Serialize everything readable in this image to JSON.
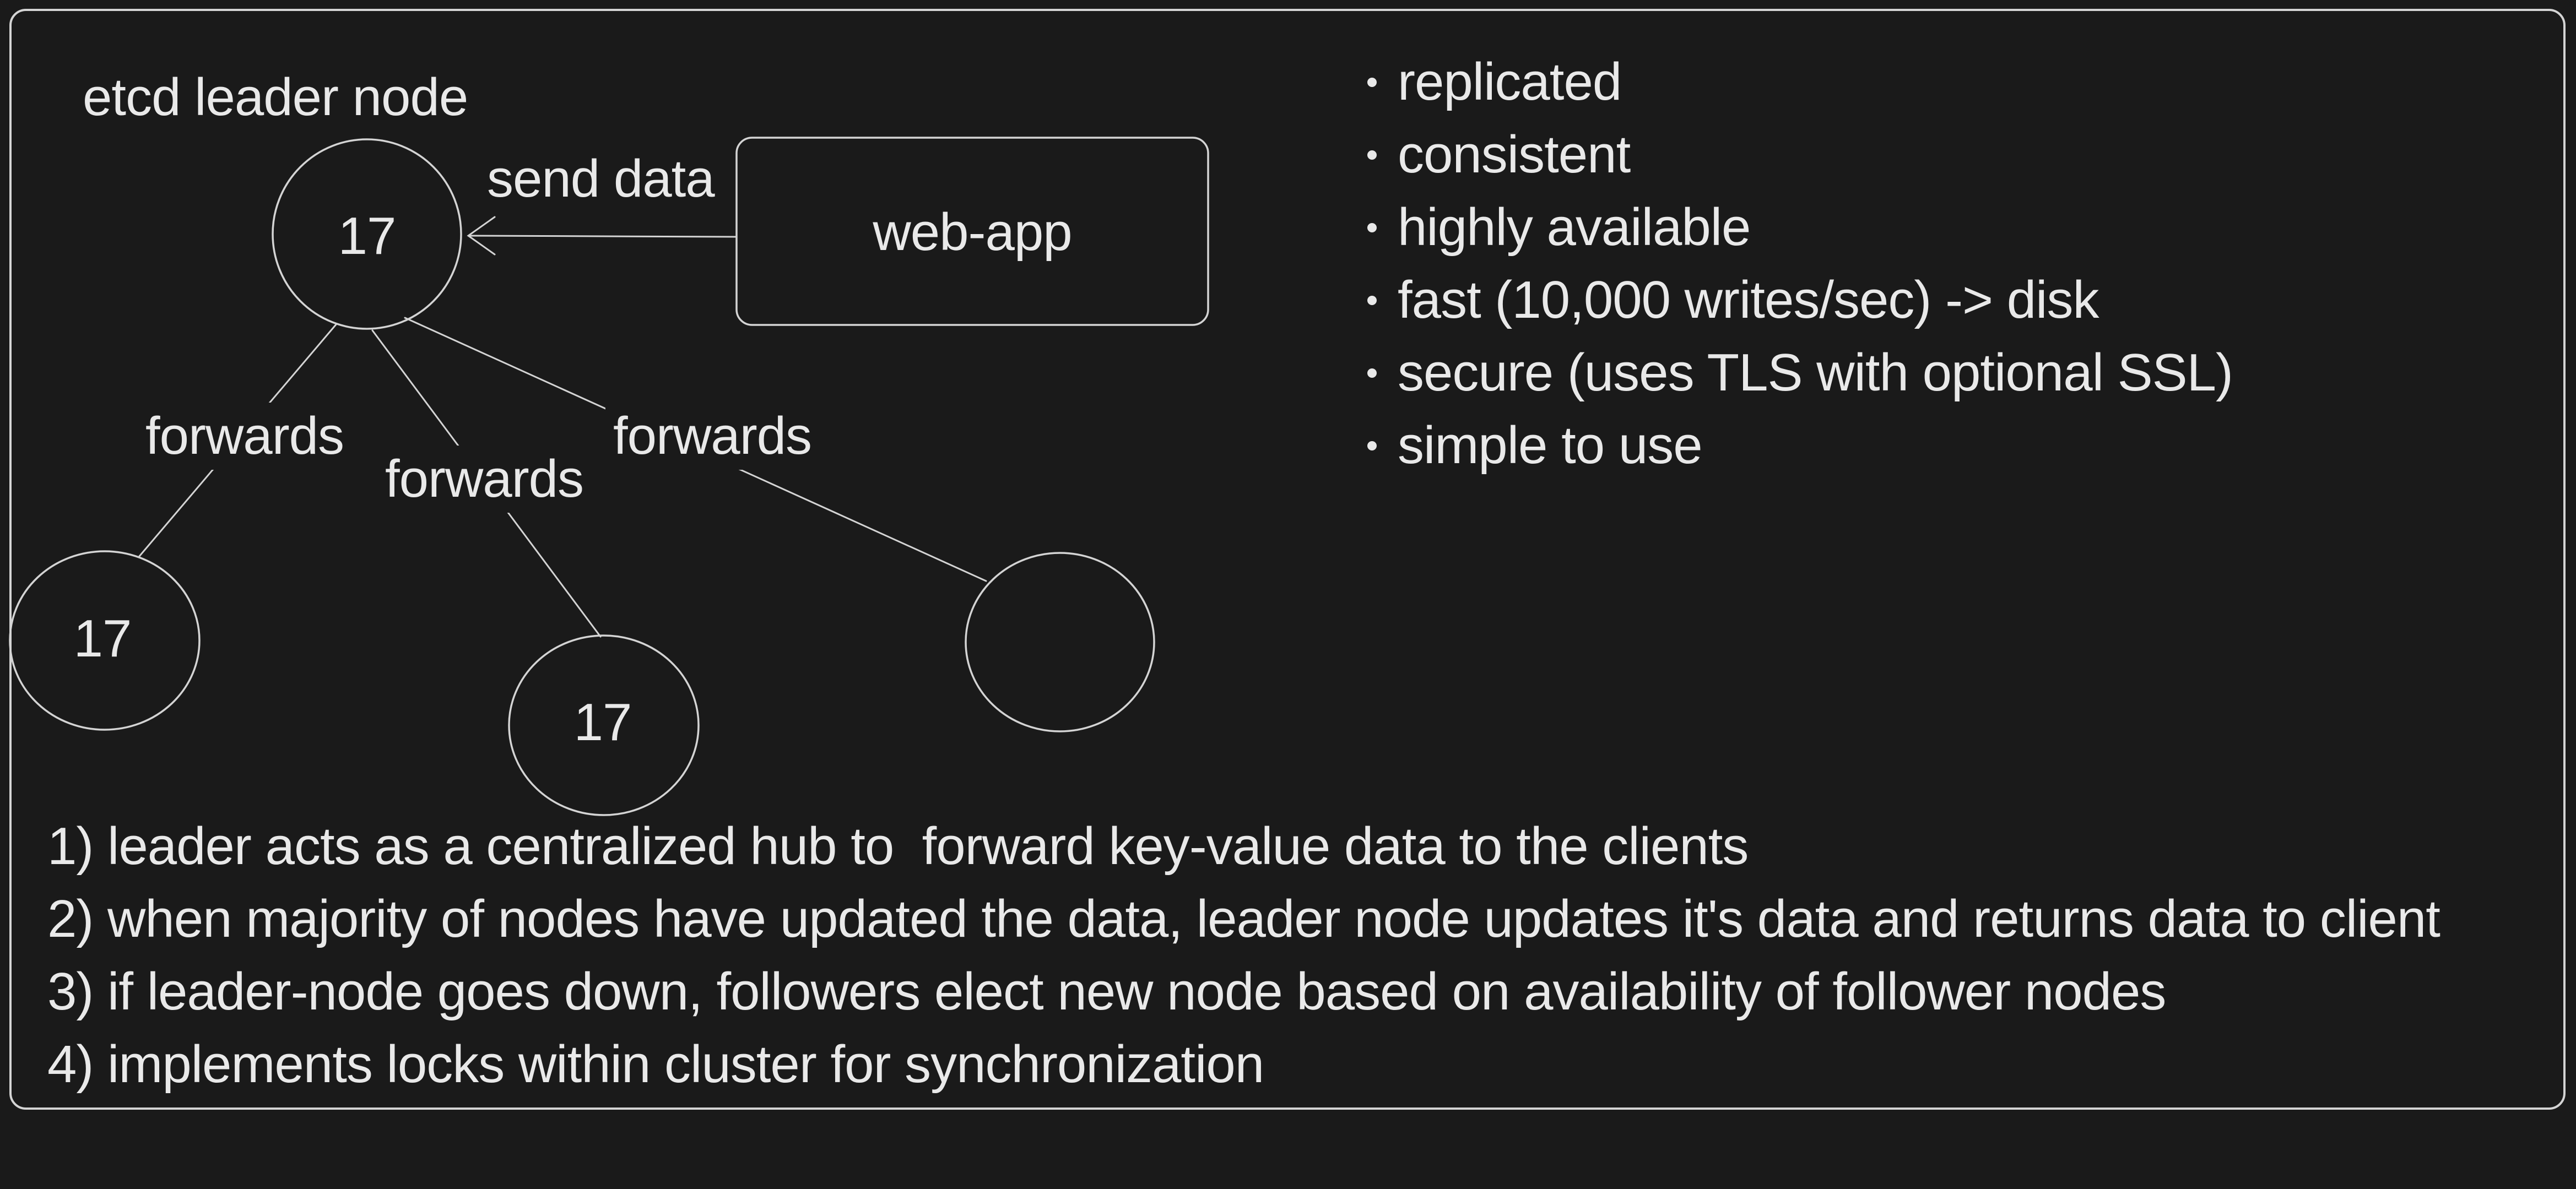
{
  "canvas": {
    "background_color": "#1a1a1a",
    "stroke_color": "#d4d4d4",
    "text_color": "#e9e9e9"
  },
  "diagram": {
    "leader_caption": "etcd leader node",
    "leader_value": "17",
    "arrow_label": "send data",
    "webapp_label": "web-app",
    "forwards": [
      "forwards",
      "forwards",
      "forwards"
    ],
    "followers": [
      {
        "value": "17"
      },
      {
        "value": "17"
      },
      {
        "value": ""
      }
    ]
  },
  "features": {
    "items": [
      "replicated",
      "consistent",
      "highly available",
      "fast (10,000 writes/sec) -> disk",
      "secure (uses TLS with optional SSL)",
      "simple to use"
    ]
  },
  "notes": {
    "items": [
      "1) leader acts as a centralized hub to  forward key-value data to the clients",
      "2) when majority of nodes have updated the data, leader node updates it's data and returns data to client",
      "3) if leader-node goes down, followers elect new node based on availability of follower nodes",
      "4) implements locks within cluster for synchronization"
    ]
  }
}
